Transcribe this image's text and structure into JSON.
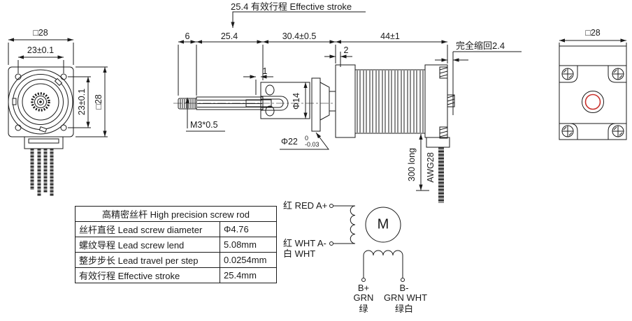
{
  "dims": {
    "stroke_note": "25.4 有效行程 Effective stroke",
    "dim6": "6",
    "dim254": "25.4",
    "dim304": "30.4±0.5",
    "dim44": "44±1",
    "dim2": "2",
    "dim1": "1",
    "m3": "M3*0.5",
    "phi14": "Φ14",
    "phi22": "Φ22",
    "phi22_upper": "0",
    "phi22_lower": "-0.03",
    "retract": "完全缩回2.4",
    "wire_len": "300 long",
    "awg": "AWG28",
    "fv_w_outer": "□28",
    "fv_w_holes": "23±0.1",
    "fv_h_holes": "23±0.1",
    "fv_h_outer": "□28",
    "rv_w": "□28"
  },
  "spec_table": {
    "header": "高精密丝杆 High precision screw rod",
    "rows": [
      {
        "name": "丝杆直径 Lead screw diameter",
        "value": "Φ4.76"
      },
      {
        "name": "螺纹导程 Lead screw lend",
        "value": "5.08mm"
      },
      {
        "name": "整步步长 Lead travel per step",
        "value": "0.0254mm"
      },
      {
        "name": "有效行程 Effective stroke",
        "value": "25.4mm"
      }
    ]
  },
  "wiring": {
    "a_plus": "红 RED A+",
    "a_minus": "红 WHT A-",
    "a_minus_alt": "白 WHT",
    "motor_symbol": "M",
    "b_plus": "B+",
    "b_plus_color": "GRN",
    "b_plus_cn": "绿",
    "b_minus": "B-",
    "b_minus_color": "GRN WHT",
    "b_minus_cn": "绿白"
  },
  "colors": {
    "line": "#1a1a1a",
    "accent_red": "#c9302c"
  }
}
